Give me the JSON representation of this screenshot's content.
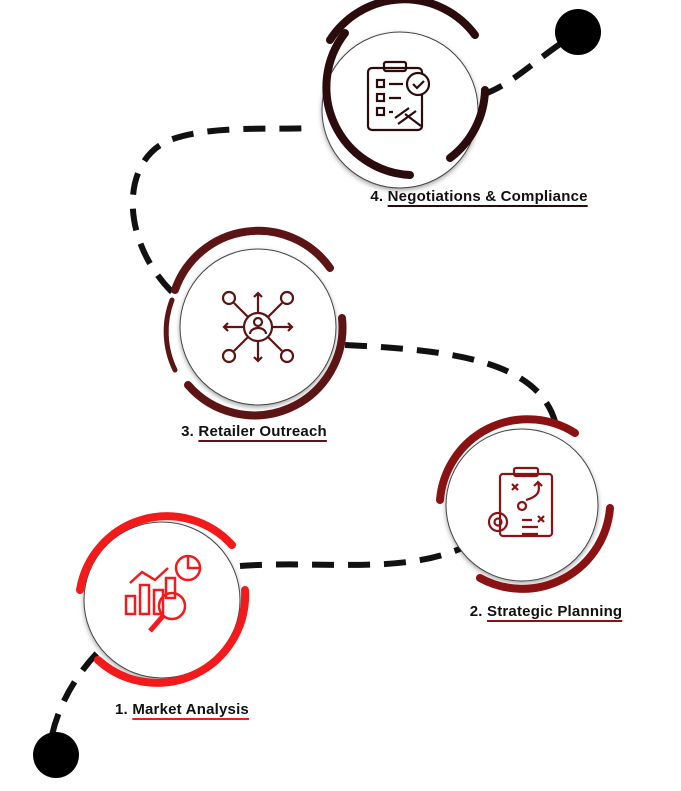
{
  "steps": [
    {
      "num": "1.",
      "title": "Market Analysis",
      "icon": "market-analysis-icon",
      "color": "#f21a1a"
    },
    {
      "num": "2.",
      "title": "Strategic Planning",
      "icon": "strategy-plan-icon",
      "color": "#8a1212"
    },
    {
      "num": "3.",
      "title": "Retailer Outreach",
      "icon": "network-outreach-icon",
      "color": "#5c1414"
    },
    {
      "num": "4.",
      "title": "Negotiations & Compliance",
      "icon": "clipboard-gavel-icon",
      "color": "#2b0b0b"
    }
  ]
}
